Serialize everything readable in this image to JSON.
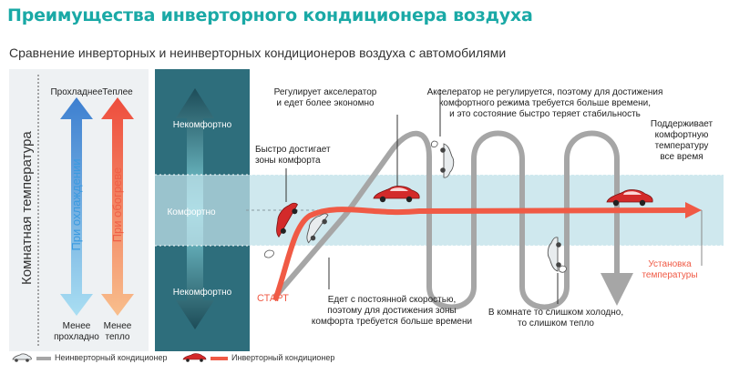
{
  "title": "Преимущества инверторного кондиционера воздуха",
  "subtitle": "Сравнение инверторных и неинверторных кондиционеров воздуха с автомобилями",
  "left_panel": {
    "axis_label": "Комнатная температура",
    "cooler_label": "Прохладнее",
    "warmer_label": "Теплее",
    "cooling_label": "При охлаждении",
    "heating_label": "При обогреве",
    "less_cool_line1": "Менее",
    "less_cool_line2": "прохладно",
    "less_warm_line1": "Менее",
    "less_warm_line2": "тепло",
    "cool_color": "#3d8fd8",
    "warm_color": "#f06a4a"
  },
  "comfort_scale": {
    "top_label": "Некомфортно",
    "middle_label": "Комфортно",
    "bottom_label": "Некомфортно"
  },
  "annotations": {
    "accelerator_line1": "Регулирует акселератор",
    "accelerator_line2": "и едет более экономно",
    "not_regulated_line1": "Акселератор не регулируется, поэтому для достижения",
    "not_regulated_line2": "комфортного режима требуется больше времени,",
    "not_regulated_line3": "и это состояние быстро теряет стабильность",
    "fast_line1": "Быстро достигает",
    "fast_line2": "зоны комфорта",
    "keeps_line1": "Поддерживает",
    "keeps_line2": "комфортную",
    "keeps_line3": "температуру",
    "keeps_line4": "все время",
    "start": "СТАРТ",
    "constant_line1": "Едет с постоянной скоростью,",
    "constant_line2": "поэтому для достижения зоны",
    "constant_line3": "комфорта требуется больше времени",
    "too_cold_line1": "В комнате то слишком холодно,",
    "too_cold_line2": "то слишком тепло",
    "setpoint_line1": "Установка",
    "setpoint_line2": "температуры"
  },
  "legend": {
    "non_inverter": "Неинверторный кондиционер",
    "inverter": "Инверторный кондиционер"
  },
  "colors": {
    "title": "#1aa9a6",
    "inverter": "#f05a45",
    "non_inverter": "#a6a6a6",
    "comfort_band": "#bfe0e8",
    "panel_bg": "#eef1f3",
    "scale_bg": "#2e6e7c"
  }
}
